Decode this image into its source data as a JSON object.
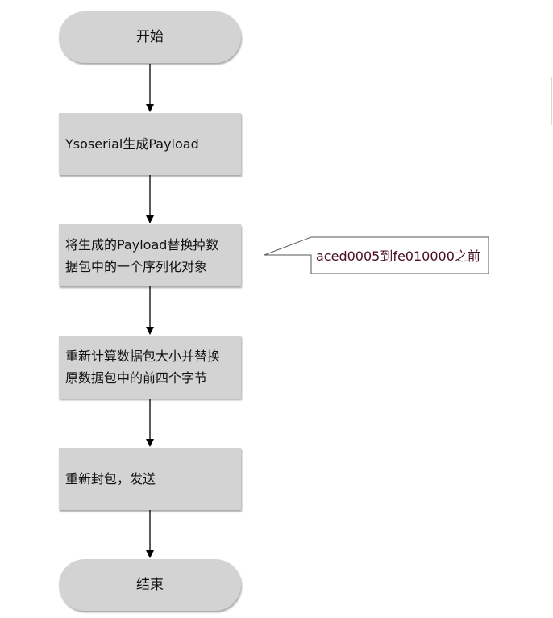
{
  "flowchart": {
    "start": "开始",
    "step1": "Ysoserial生成Payload",
    "step2_line1": "将生成的Payload替换掉数",
    "step2_line2": "据包中的一个序列化对象",
    "step3_line1": "重新计算数据包大小并替换",
    "step3_line2": "原数据包中的前四个字节",
    "step4": "重新封包，发送",
    "end": "结束"
  },
  "annotation": {
    "text": "aced0005到fe010000之前"
  },
  "colors": {
    "node_fill": "#d3d3d3",
    "arrow": "#000000",
    "note_text": "#4a1020"
  }
}
